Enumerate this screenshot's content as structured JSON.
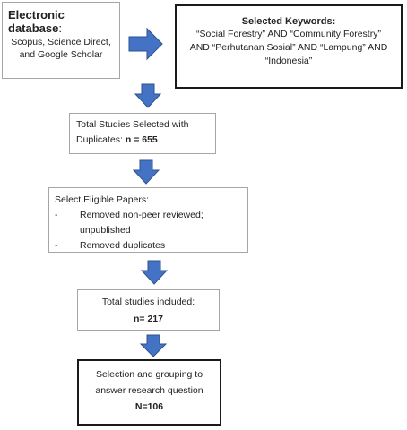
{
  "database_box": {
    "title": "Electronic database",
    "title_suffix": ":",
    "sources_line1": "Scopus, Science Direct,",
    "sources_line2": "and Google Scholar"
  },
  "keywords_box": {
    "title": "Selected Keywords:",
    "line1": "“Social Forestry” AND “Community Forestry”",
    "line2": "AND “Perhutanan Sosial” AND “Lampung” AND",
    "line3": "“Indonesia”"
  },
  "total_box": {
    "line1": "Total Studies Selected with",
    "line2_prefix": "Duplicates: ",
    "line2_value": "n = 655"
  },
  "eligible_box": {
    "title": "Select Eligible Papers:",
    "items": [
      {
        "bullet": "-",
        "text": "Removed non-peer reviewed; unpublished"
      },
      {
        "bullet": "-",
        "text": "Removed duplicates"
      }
    ]
  },
  "included_box": {
    "line1": "Total studies included:",
    "line2": "n= 217"
  },
  "selection_box": {
    "line1": "Selection and grouping to",
    "line2": "answer research question",
    "line3": "N=106"
  },
  "colors": {
    "arrow_fill": "#4472c4",
    "arrow_stroke": "#2f528f",
    "thin_border": "#a6a6a6",
    "thick_border": "#1a1a1a"
  },
  "icons": [
    "arrow-right-icon",
    "arrow-down-icon"
  ]
}
